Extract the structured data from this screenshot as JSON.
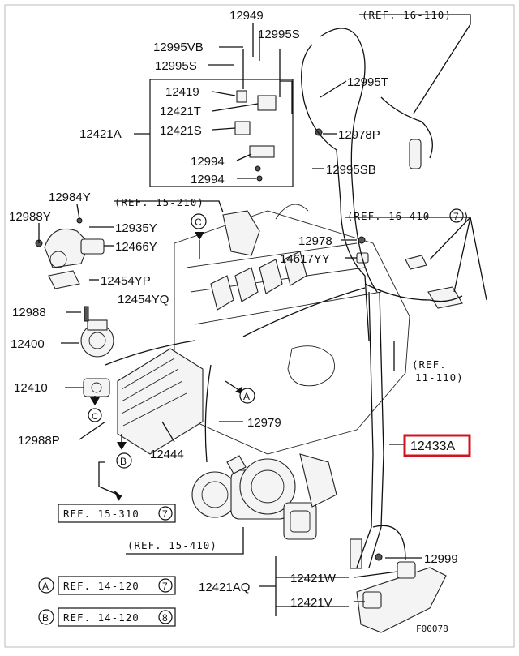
{
  "labels": {
    "p12949": "12949",
    "p12995vb": "12995VB",
    "p12995s_top": "12995S",
    "p12995s_left": "12995S",
    "p12419": "12419",
    "p12421t": "12421T",
    "p12421a": "12421A",
    "p12421s": "12421S",
    "p12994_a": "12994",
    "p12994_b": "12994",
    "p12995t": "12995T",
    "p12978p": "12978P",
    "p12995sb": "12995SB",
    "p12984y": "12984Y",
    "p12988y": "12988Y",
    "p12935y": "12935Y",
    "p12466y": "12466Y",
    "p12454yp": "12454YP",
    "p12978": "12978",
    "p14617yy": "14617YY",
    "p12988": "12988",
    "p12454yq": "12454YQ",
    "p12400": "12400",
    "p12410": "12410",
    "p12988p": "12988P",
    "p12444": "12444",
    "p12979": "12979",
    "p12433a": "12433A",
    "p12999": "12999",
    "p12421aq": "12421AQ",
    "p12421w": "12421W",
    "p12421v": "12421V",
    "figure_code": "F00078"
  },
  "refs": {
    "r16_110": "(REF. 16-110)",
    "r15_210": "(REF. 15-210)",
    "r16_410": "(REF. 16-410",
    "r16_410_num": "7",
    "r11_110_a": "(REF.",
    "r11_110_b": "11-110)",
    "r15_310": "REF. 15-310",
    "r15_310_num": "7",
    "r15_410": "(REF. 15-410)",
    "r14_120_a": "REF. 14-120",
    "r14_120_a_num": "7",
    "r14_120_b": "REF. 14-120",
    "r14_120_b_num": "8"
  },
  "markers": {
    "a": "A",
    "b": "B",
    "c": "C"
  },
  "colors": {
    "highlight": "#d0141e",
    "line": "#111111"
  }
}
